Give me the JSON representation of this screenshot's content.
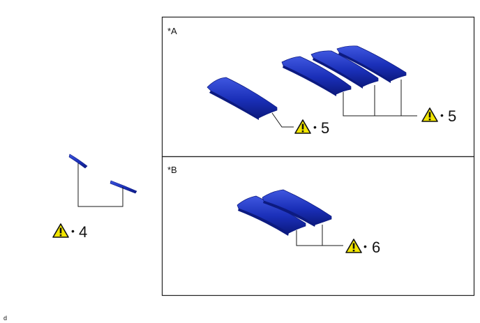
{
  "colors": {
    "part_blue": "#1a2fb8",
    "part_blue_dark": "#0c1a80",
    "part_blue_light": "#3f57e0",
    "warning_yellow": "#f2e600",
    "line": "#1a1a1a"
  },
  "panels": [
    {
      "label": "*A"
    },
    {
      "label": "*B"
    }
  ],
  "callouts": [
    {
      "number": "4",
      "icon": "caution-triangle-icon"
    },
    {
      "number": "5",
      "icon": "caution-triangle-icon"
    },
    {
      "number": "5",
      "icon": "caution-triangle-icon"
    },
    {
      "number": "6",
      "icon": "caution-triangle-icon"
    }
  ],
  "footer_code": "d"
}
